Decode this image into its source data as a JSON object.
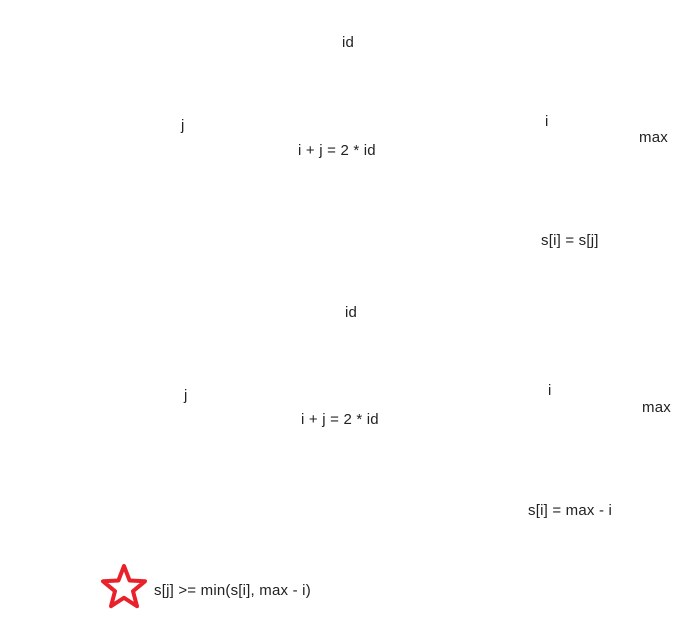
{
  "panel1": {
    "id_label": "id",
    "j_label": "j",
    "i_label": "i",
    "max_label": "max",
    "symmetry": "i + j = 2 * id",
    "condition": "s[i] = s[j]"
  },
  "panel2": {
    "id_label": "id",
    "j_label": "j",
    "i_label": "i",
    "max_label": "max",
    "symmetry": "i + j = 2 * id",
    "condition": "s[i] = max - i"
  },
  "conclusion": {
    "text": "s[j] >= min(s[i], max - i)",
    "marker_icon": "star-icon",
    "marker_color": "#e8212b"
  }
}
